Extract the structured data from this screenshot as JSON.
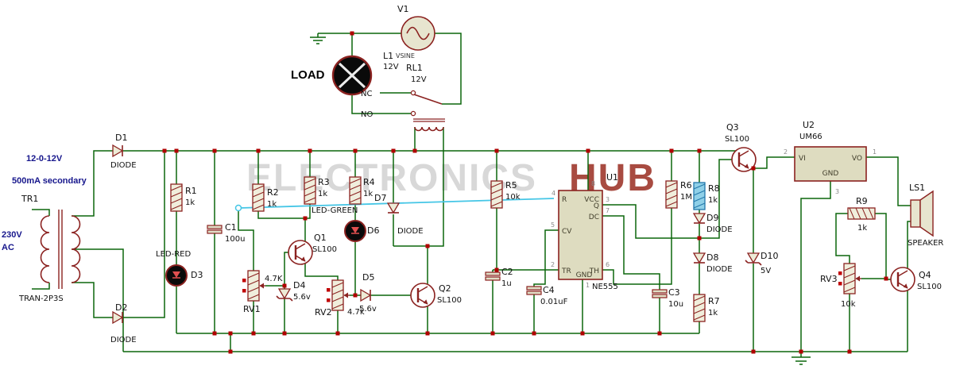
{
  "watermark": {
    "left": "ELECTRONICS",
    "right": "HUB"
  },
  "source": {
    "ref": "V1"
  },
  "load": {
    "label": "LOAD"
  },
  "relay": {
    "l_ref": "L1",
    "l_type": "VSINE",
    "l_val": "12V",
    "ref": "RL1",
    "val": "12V",
    "nc": "NC",
    "no": "NO"
  },
  "transformer": {
    "ref": "TR1",
    "model": "TRAN-2P3S",
    "secondary_voltage": "12-0-12V",
    "secondary_rating": "500mA secondary",
    "primary_l1": "230V",
    "primary_l2": "AC"
  },
  "parts": {
    "d1": {
      "ref": "D1",
      "val": "DIODE"
    },
    "d2": {
      "ref": "D2",
      "val": "DIODE"
    },
    "d3": {
      "ref": "D3",
      "val": "LED-RED"
    },
    "d4": {
      "ref": "D4",
      "val": "5.6v"
    },
    "d5": {
      "ref": "D5",
      "val": "5.6v"
    },
    "d6": {
      "ref": "D6",
      "val": "LED-GREEN"
    },
    "d7": {
      "ref": "D7",
      "val": "DIODE"
    },
    "d8": {
      "ref": "D8",
      "val": "DIODE"
    },
    "d9": {
      "ref": "D9",
      "val": "DIODE"
    },
    "d10": {
      "ref": "D10",
      "val": "5V"
    },
    "r1": {
      "ref": "R1",
      "val": "1k"
    },
    "r2": {
      "ref": "R2",
      "val": "1k"
    },
    "r3": {
      "ref": "R3",
      "val": "1k"
    },
    "r4": {
      "ref": "R4",
      "val": "1k"
    },
    "r5": {
      "ref": "R5",
      "val": "10k"
    },
    "r6": {
      "ref": "R6",
      "val": "1M"
    },
    "r7": {
      "ref": "R7",
      "val": "1k"
    },
    "r8": {
      "ref": "R8",
      "val": "1k"
    },
    "r9": {
      "ref": "R9",
      "val": "1k"
    },
    "c1": {
      "ref": "C1",
      "val": "100u"
    },
    "c2": {
      "ref": "C2",
      "val": "1u"
    },
    "c3": {
      "ref": "C3",
      "val": "10u"
    },
    "c4": {
      "ref": "C4",
      "val": "0.01uF"
    },
    "q1": {
      "ref": "Q1",
      "val": "SL100"
    },
    "q2": {
      "ref": "Q2",
      "val": "SL100"
    },
    "q3": {
      "ref": "Q3",
      "val": "SL100"
    },
    "q4": {
      "ref": "Q4",
      "val": "SL100"
    },
    "rv1": {
      "ref": "RV1",
      "val": "4.7K"
    },
    "rv2": {
      "ref": "RV2",
      "val": "4.7k"
    },
    "rv3": {
      "ref": "RV3",
      "val": "10k"
    },
    "ls1": {
      "ref": "LS1",
      "val": "SPEAKER"
    }
  },
  "u1": {
    "ref": "U1",
    "part": "NE555",
    "pins": {
      "r": "R",
      "vcc": "VCC",
      "q": "Q",
      "dc": "DC",
      "cv": "CV",
      "tr": "TR",
      "th": "TH",
      "gnd": "GND"
    },
    "nums": {
      "r": "4",
      "vcc": "8",
      "q": "3",
      "dc": "7",
      "cv": "5",
      "tr": "2",
      "th": "6",
      "gnd": "1"
    }
  },
  "u2": {
    "ref": "U2",
    "part": "UM66",
    "pins": {
      "vi": "VI",
      "vo": "VO",
      "gnd": "GND"
    },
    "nums": {
      "vi": "2",
      "vo": "1",
      "gnd": "3"
    }
  },
  "colors": {
    "wire": "#0B660B",
    "symbol": "#8B2220",
    "highlight_wire": "#45C6E6",
    "junction": "#B00000"
  }
}
